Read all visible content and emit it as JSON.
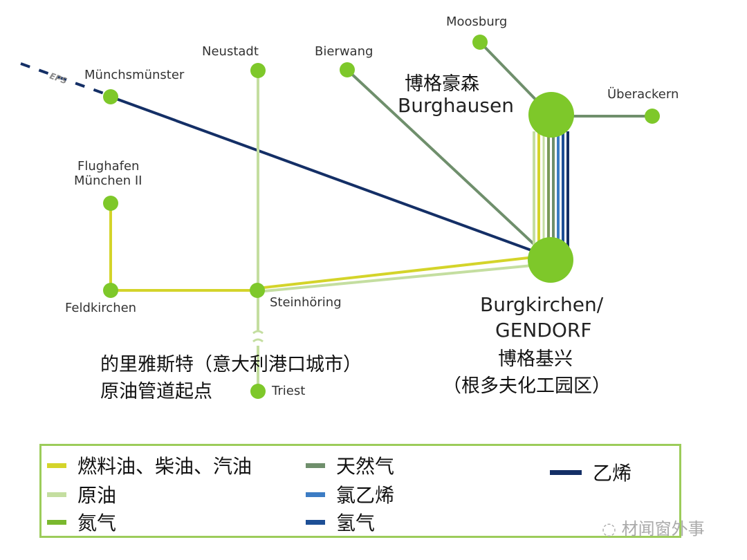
{
  "nodes": {
    "muenchsmuenster": "Münchsmünster",
    "neustadt": "Neustadt",
    "bierwang": "Bierwang",
    "moosburg": "Moosburg",
    "ueberackern": "Überackern",
    "flughafen_1": "Flughafen",
    "flughafen_2": "München II",
    "feldkirchen": "Feldkirchen",
    "steinhoering": "Steinhöring",
    "triest": "Triest"
  },
  "eps_label": "EPS",
  "burghausen": {
    "cn": "博格豪森",
    "de": "Burghausen"
  },
  "burgkirchen": {
    "de1": "Burgkirchen/",
    "de2": "GENDORF",
    "cn1": "博格基兴",
    "cn2": "（根多夫化工园区）"
  },
  "trieste_note": {
    "line1": "的里雅斯特（意大利港口城市）",
    "line2": "原油管道起点"
  },
  "legend": [
    {
      "label": "燃料油、柴油、汽油",
      "color": "#d4d42a"
    },
    {
      "label": "原油",
      "color": "#c4dea0"
    },
    {
      "label": "氮气",
      "color": "#7ab82e"
    },
    {
      "label": "天然气",
      "color": "#6f8f6c"
    },
    {
      "label": "氯乙烯",
      "color": "#3c7cc4"
    },
    {
      "label": "氢气",
      "color": "#1d4f96"
    },
    {
      "label": "乙烯",
      "color": "#142f66"
    }
  ],
  "watermark": "材闻窗外事",
  "colors": {
    "node": "#7ec82a",
    "frame": "#9ccc5a"
  }
}
